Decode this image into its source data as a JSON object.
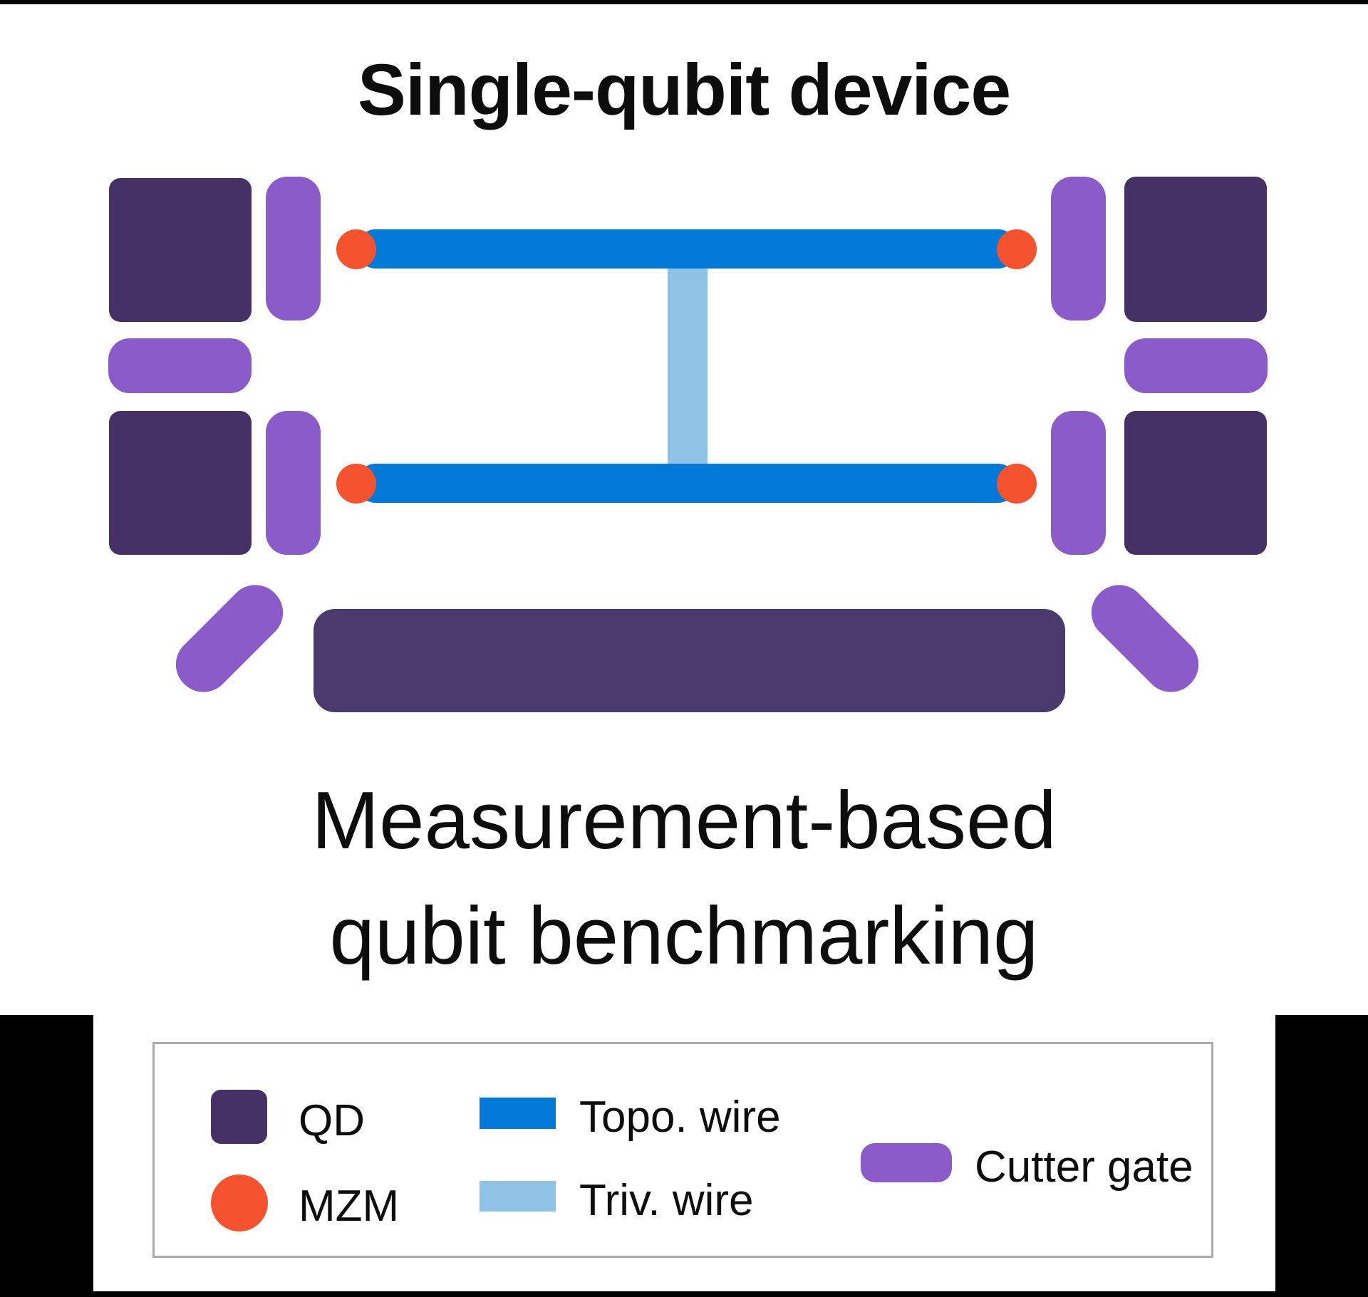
{
  "title": "Single-qubit device",
  "caption": {
    "line1": "Measurement-based",
    "line2": "qubit benchmarking"
  },
  "legend": {
    "items": [
      {
        "id": "qd",
        "label": "QD",
        "swatch": "dark-purple-rounded-square"
      },
      {
        "id": "mzm",
        "label": "MZM",
        "swatch": "orange-circle"
      },
      {
        "id": "topo",
        "label": "Topo. wire",
        "swatch": "blue-rectangle"
      },
      {
        "id": "triv",
        "label": "Triv. wire",
        "swatch": "light-blue-rectangle"
      },
      {
        "id": "cutter",
        "label": "Cutter gate",
        "swatch": "purple-rounded-pill"
      }
    ]
  },
  "diagram": {
    "components": {
      "quantum_dots": 4,
      "cutter_gates": 8,
      "topological_wires": 2,
      "trivial_wires": 1,
      "mzm_dots": 4,
      "readout_bar": 1
    }
  },
  "colors": {
    "qd": "#463166",
    "bar": "#4B3A6D",
    "cutter": "#8A5BC9",
    "topo": "#0278D7",
    "triv": "#8FC3E5",
    "mzm": "#F5522F",
    "ink": "#0D0D0D",
    "frame": "#000000",
    "legend-border": "#ABABAB",
    "paper": "#FFFFFF"
  }
}
